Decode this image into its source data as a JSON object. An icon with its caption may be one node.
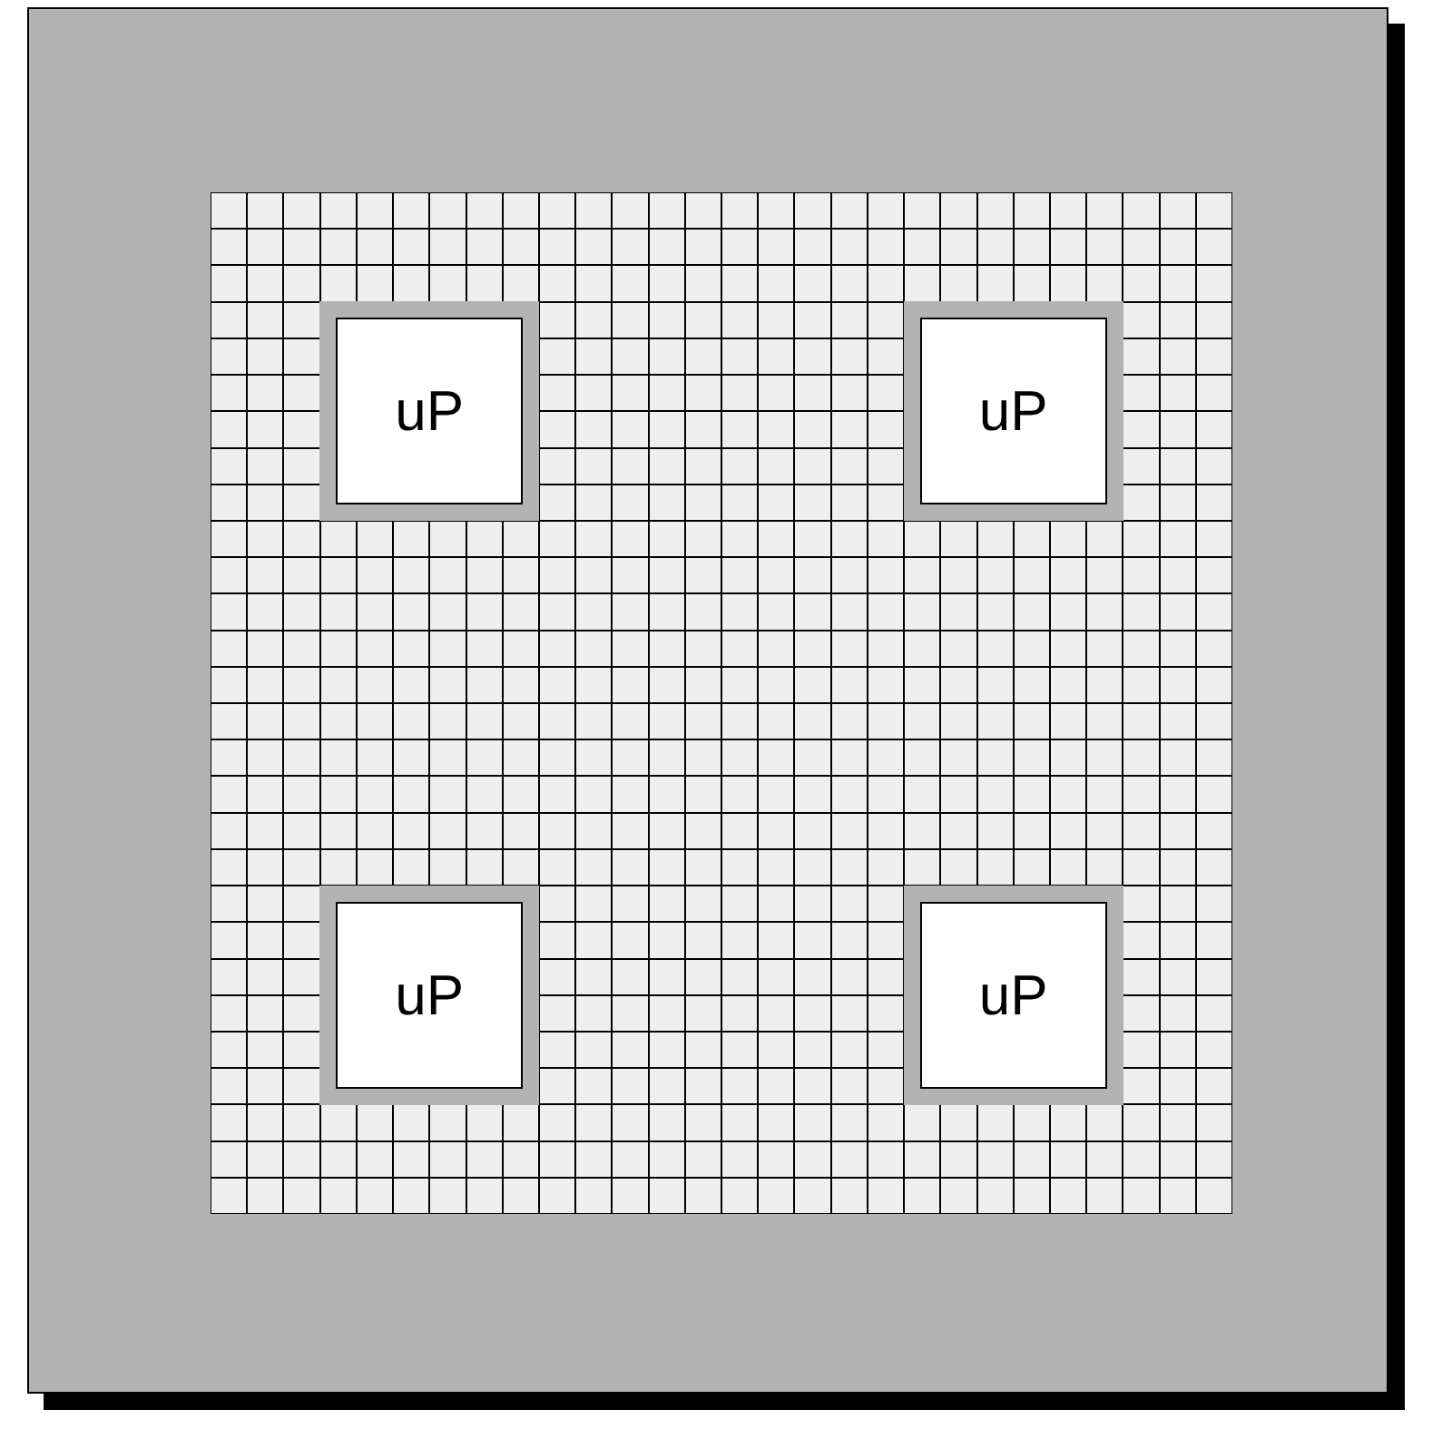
{
  "diagram": {
    "nodes": [
      {
        "text": [
          "uP"
        ]
      },
      {
        "text": [
          "uP"
        ]
      },
      {
        "text": [
          "uP"
        ]
      },
      {
        "text": [
          "uP"
        ]
      }
    ]
  }
}
